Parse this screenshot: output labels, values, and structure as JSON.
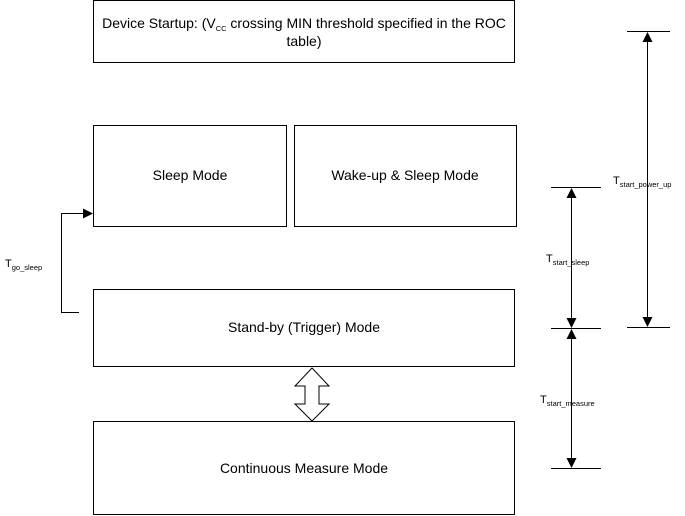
{
  "boxes": {
    "startup": {
      "line1_prefix": "Device Startup: (V",
      "line1_sub": "CC",
      "line1_suffix": " crossing MIN threshold specified in the ROC",
      "line2": "table)"
    },
    "sleep": {
      "label": "Sleep Mode"
    },
    "wake_sleep": {
      "label": "Wake-up & Sleep Mode"
    },
    "standby": {
      "label": "Stand-by (Trigger) Mode"
    },
    "continuous": {
      "label": "Continuous Measure Mode"
    }
  },
  "timings": {
    "go_sleep": {
      "main": "T",
      "sub": "go_sleep"
    },
    "start_sleep": {
      "main": "T",
      "sub": "start_sleep"
    },
    "start_measure": {
      "main": "T",
      "sub": "start_measure"
    },
    "start_power_up": {
      "main": "T",
      "sub": "start_power_up"
    }
  }
}
